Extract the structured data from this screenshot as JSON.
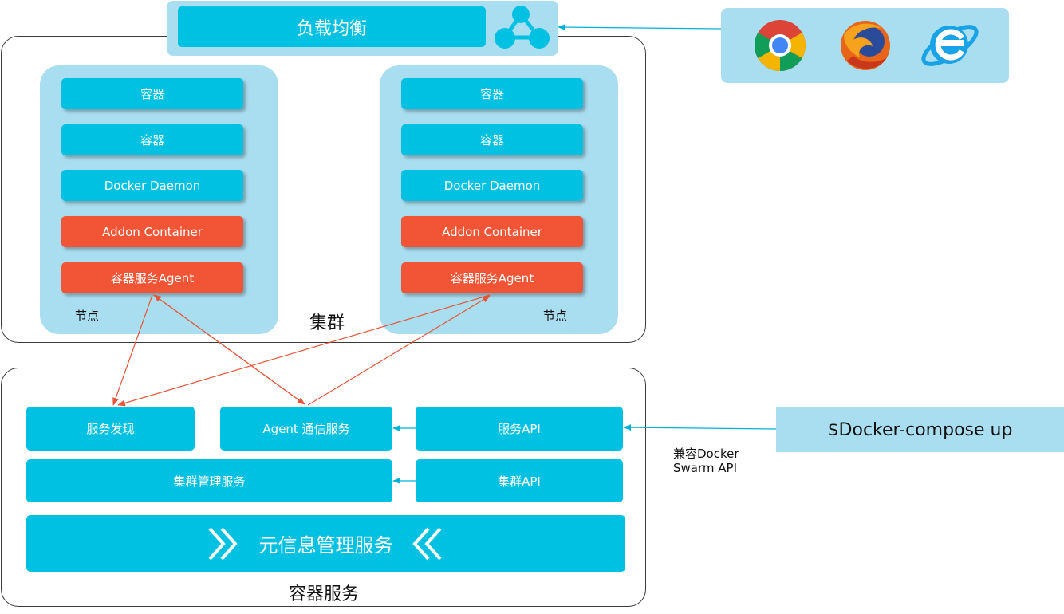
{
  "load_balancer": {
    "label": "负载均衡"
  },
  "cluster": {
    "title": "集群",
    "nodes": [
      {
        "label": "节点",
        "items": [
          "容器",
          "容器",
          "Docker Daemon",
          "Addon Container",
          "容器服务Agent"
        ]
      },
      {
        "label": "节点",
        "items": [
          "容器",
          "容器",
          "Docker Daemon",
          "Addon Container",
          "容器服务Agent"
        ]
      }
    ]
  },
  "service": {
    "title": "容器服务",
    "discovery": "服务发现",
    "agent_comm": "Agent 通信服务",
    "service_api": "服务API",
    "cluster_mgmt": "集群管理服务",
    "cluster_api": "集群API",
    "meta_mgmt": "元信息管理服务"
  },
  "compose": {
    "command": "$Docker-compose up",
    "compat_line1": "兼容Docker",
    "compat_line2": "Swarm API"
  },
  "browsers": [
    "chrome-icon",
    "firefox-icon",
    "ie-icon"
  ],
  "colors": {
    "cyan": "#00c1e2",
    "red": "#f25536",
    "panel": "#a9def0",
    "arrow_red": "#e8553a"
  }
}
